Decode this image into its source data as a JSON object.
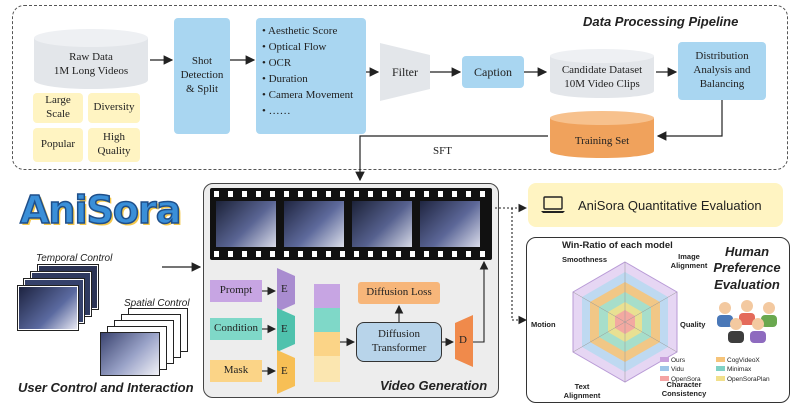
{
  "pipeline": {
    "title": "Data Processing Pipeline",
    "raw_data": [
      "Raw Data",
      "1M Long Videos"
    ],
    "tags": [
      "Large Scale",
      "Diversity",
      "Popular",
      "High Quality"
    ],
    "shot": "Shot Detection & Split",
    "metrics": [
      "Aesthetic Score",
      "Optical Flow",
      "OCR",
      "Duration",
      "Camera Movement",
      "……"
    ],
    "filter": "Filter",
    "caption": "Caption",
    "candidate": [
      "Candidate Dataset",
      "10M Video Clips"
    ],
    "distribution": "Distribution Analysis and Balancing",
    "training": "Training Set",
    "sft": "SFT"
  },
  "logo": "AniSora",
  "user": {
    "temporal": "Temporal Control",
    "spatial": "Spatial Control",
    "title": "User Control and Interaction"
  },
  "generation": {
    "prompt": "Prompt",
    "condition": "Condition",
    "mask": "Mask",
    "encoder": "E",
    "decoder": "D",
    "diffusion_loss": "Diffusion Loss",
    "transformer": "Diffusion Transformer",
    "title": "Video Generation"
  },
  "evaluation": {
    "quant": "AniSora Quantitative Evaluation",
    "human": "Human Preference Evaluation",
    "radar_title": "Win-Ratio of each model",
    "axes": [
      "Smoothness",
      "Image Alignment",
      "Quality",
      "Character Consistency",
      "Text Alignment",
      "Motion"
    ],
    "legend": [
      {
        "name": "Ours",
        "color": "#c9a0dc"
      },
      {
        "name": "CogVideoX",
        "color": "#f6c47a"
      },
      {
        "name": "Vidu",
        "color": "#9ec5e8"
      },
      {
        "name": "Minimax",
        "color": "#7fd1c4"
      },
      {
        "name": "OpenSora",
        "color": "#f4a3a3"
      },
      {
        "name": "OpenSoraPlan",
        "color": "#f1e08c"
      }
    ]
  }
}
